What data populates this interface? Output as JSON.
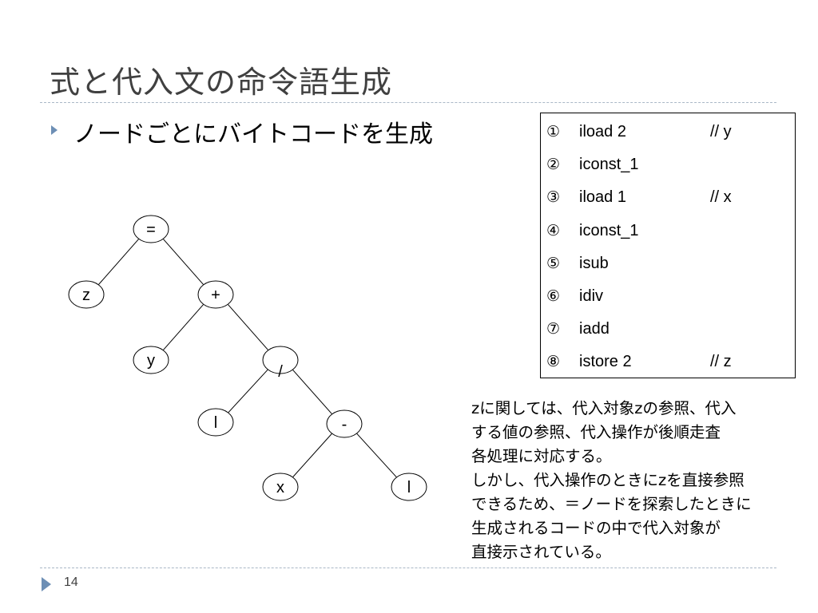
{
  "slide": {
    "title": "式と代入文の命令語生成",
    "bullet": "ノードごとにバイトコードを生成",
    "page_number": "14"
  },
  "tree": {
    "nodes": [
      {
        "id": "assign",
        "label": "="
      },
      {
        "id": "z",
        "label": "z"
      },
      {
        "id": "plus",
        "label": "+"
      },
      {
        "id": "y",
        "label": "y"
      },
      {
        "id": "div",
        "label": "/"
      },
      {
        "id": "one_a",
        "label": "l"
      },
      {
        "id": "minus",
        "label": "-"
      },
      {
        "id": "x",
        "label": "x"
      },
      {
        "id": "one_b",
        "label": "l"
      }
    ],
    "edges": [
      [
        "assign",
        "z"
      ],
      [
        "assign",
        "plus"
      ],
      [
        "plus",
        "y"
      ],
      [
        "plus",
        "div"
      ],
      [
        "div",
        "one_a"
      ],
      [
        "div",
        "minus"
      ],
      [
        "minus",
        "x"
      ],
      [
        "minus",
        "one_b"
      ]
    ]
  },
  "bytecode": [
    {
      "num": "①",
      "instr": "iload 2",
      "comment": "// y"
    },
    {
      "num": "②",
      "instr": "iconst_1",
      "comment": ""
    },
    {
      "num": "③",
      "instr": "iload 1",
      "comment": "// x"
    },
    {
      "num": "④",
      "instr": "iconst_1",
      "comment": ""
    },
    {
      "num": "⑤",
      "instr": "isub",
      "comment": ""
    },
    {
      "num": "⑥",
      "instr": "idiv",
      "comment": ""
    },
    {
      "num": "⑦",
      "instr": "iadd",
      "comment": ""
    },
    {
      "num": "⑧",
      "instr": "istore 2",
      "comment": "// z"
    }
  ],
  "note": {
    "lines": [
      "zに関しては、代入対象zの参照、代入",
      "する値の参照、代入操作が後順走査",
      "各処理に対応する。",
      "しかし、代入操作のときにzを直接参照",
      "できるため、＝ノードを探索したときに",
      "生成されるコードの中で代入対象が",
      "直接示されている。"
    ]
  }
}
